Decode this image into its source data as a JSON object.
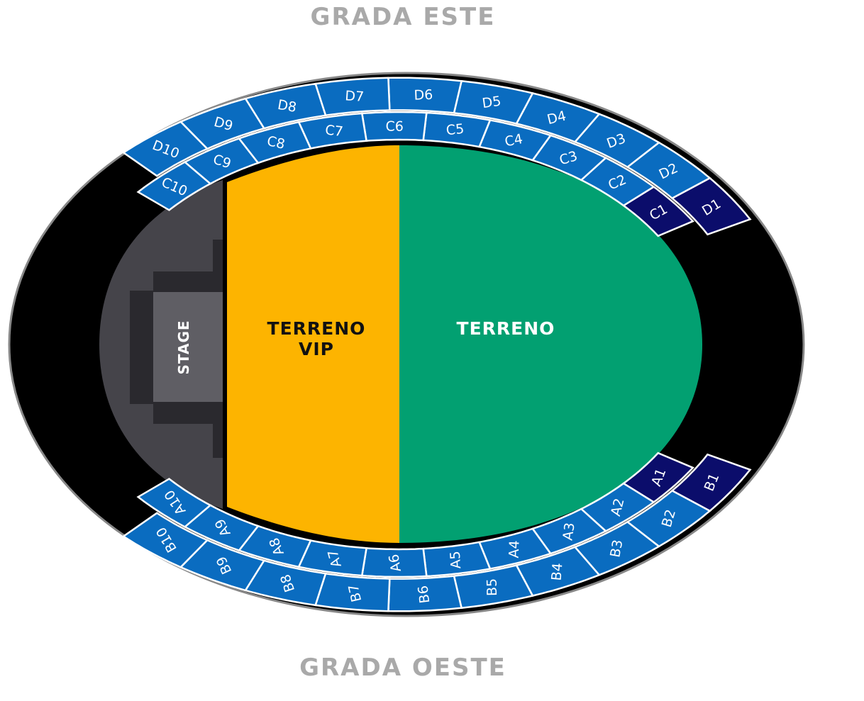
{
  "stands": {
    "east_title": "GRADA ESTE",
    "west_title": "GRADA OESTE"
  },
  "stage": {
    "label": "STAGE"
  },
  "floor": {
    "vip": {
      "label_line1": "TERRENO",
      "label_line2": "VIP",
      "color": "#fdb400",
      "text_color": "#111111"
    },
    "general": {
      "label": "TERRENO",
      "color": "#02a071",
      "text_color": "#ffffff"
    }
  },
  "sections": {
    "inner_top": [
      "C1",
      "C2",
      "C3",
      "C4",
      "C5",
      "C6",
      "C7",
      "C8",
      "C9",
      "C10"
    ],
    "outer_top": [
      "D1",
      "D2",
      "D3",
      "D4",
      "D5",
      "D6",
      "D7",
      "D8",
      "D9",
      "D10"
    ],
    "inner_bottom": [
      "A1",
      "A2",
      "A3",
      "A4",
      "A5",
      "A6",
      "A7",
      "A8",
      "A9",
      "A10"
    ],
    "outer_bottom": [
      "B1",
      "B2",
      "B3",
      "B4",
      "B5",
      "B6",
      "B7",
      "B8",
      "B9",
      "B10"
    ],
    "highlighted": [
      "C1",
      "D1",
      "A1",
      "B1"
    ]
  },
  "colors": {
    "section_blue": "#0a6cc0",
    "section_navy": "#0b0d6b",
    "ring": "#000000",
    "stage_area": "#45444a",
    "title_gray": "#a9a9a9"
  }
}
